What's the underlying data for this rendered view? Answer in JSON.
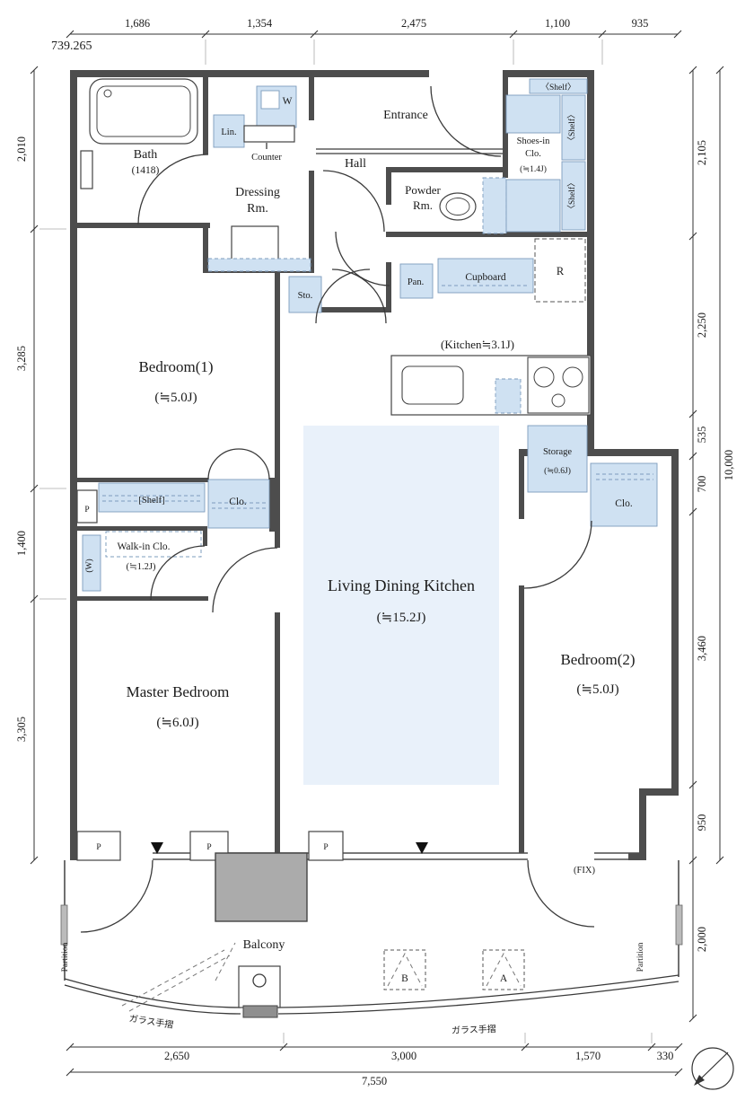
{
  "meta": {
    "drawing_number": "739.265"
  },
  "dims": {
    "top": [
      "1,686",
      "1,354",
      "2,475",
      "1,100",
      "935"
    ],
    "left": [
      "2,010",
      "3,285",
      "1,400",
      "3,305"
    ],
    "right": [
      "2,105",
      "2,250",
      "535",
      "700",
      "3,460",
      "950",
      "2,000"
    ],
    "right_total": "10,000",
    "bottom": [
      "2,650",
      "3,000",
      "1,570",
      "330"
    ],
    "bottom_total": "7,550"
  },
  "rooms": {
    "bath": {
      "name": "Bath",
      "size": "(1418)"
    },
    "dressing": {
      "line1": "Dressing",
      "line2": "Rm."
    },
    "entrance": {
      "name": "Entrance"
    },
    "hall": {
      "name": "Hall"
    },
    "powder": {
      "line1": "Powder",
      "line2": "Rm."
    },
    "shoes": {
      "line1": "Shoes-in",
      "line2": "Clo.",
      "size": "(≒1.4J)"
    },
    "bedroom1": {
      "name": "Bedroom(1)",
      "size": "(≒5.0J)"
    },
    "kitchen": {
      "name": "(Kitchen≒3.1J)"
    },
    "storage": {
      "name": "Storage",
      "size": "(≒0.6J)"
    },
    "walkin": {
      "name": "Walk-in Clo.",
      "size": "(≒1.2J)"
    },
    "ldk": {
      "name": "Living Dining Kitchen",
      "size": "(≒15.2J)"
    },
    "master": {
      "name": "Master Bedroom",
      "size": "(≒6.0J)"
    },
    "bedroom2": {
      "name": "Bedroom(2)",
      "size": "(≒5.0J)"
    },
    "balcony": {
      "name": "Balcony"
    }
  },
  "labels": {
    "lin": "Lin.",
    "w": "W",
    "counter": "Counter",
    "shelf_angle": "〈Shelf〉",
    "cupboard": "Cupboard",
    "pan": "Pan.",
    "fridge": "R",
    "sto": "Sto.",
    "clo": "Clo.",
    "shelf_bracket": "[Shelf]",
    "w_paren": "(W)",
    "pillar": "P",
    "fix": "(FIX)",
    "partition": "Partition",
    "glass_rail": "ガラス手摺",
    "unit_a": "A",
    "unit_b": "B"
  }
}
